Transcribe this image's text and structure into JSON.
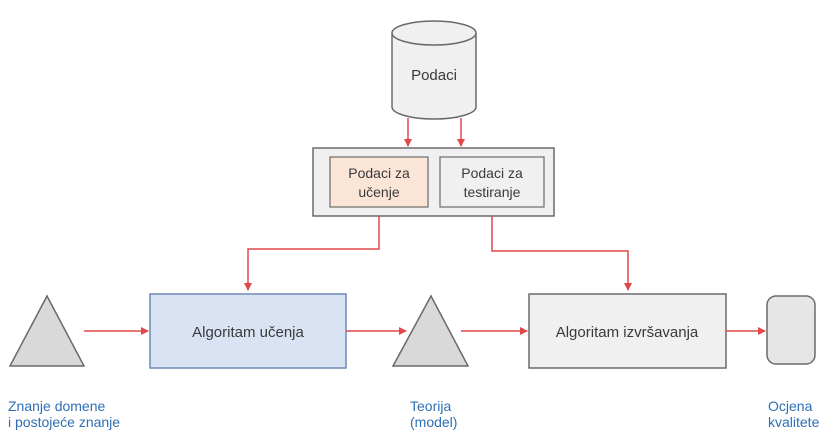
{
  "diagram": {
    "nodes": {
      "data": {
        "label": "Podaci"
      },
      "training_data": {
        "line1": "Podaci za",
        "line2": "učenje"
      },
      "test_data": {
        "line1": "Podaci za",
        "line2": "testiranje"
      },
      "learning_algorithm": {
        "label": "Algoritam učenja"
      },
      "execution_algorithm": {
        "label": "Algoritam izvršavanja"
      }
    },
    "captions": {
      "domain_knowledge": {
        "line1": "Znanje domene",
        "line2": "i postojeće znanje"
      },
      "theory": {
        "line1": "Teorija",
        "line2": "(model)"
      },
      "quality": {
        "line1": "Ocjena",
        "line2": "kvalitete"
      }
    },
    "colors": {
      "arrow": "#e0484a",
      "box_fill": "#f0f0f0",
      "box_stroke": "#6a6a6a",
      "training_fill": "#fbe5d6",
      "learning_fill": "#dae3f3",
      "learning_stroke": "#6f89b8",
      "caption_text": "#2f6fb5"
    }
  }
}
